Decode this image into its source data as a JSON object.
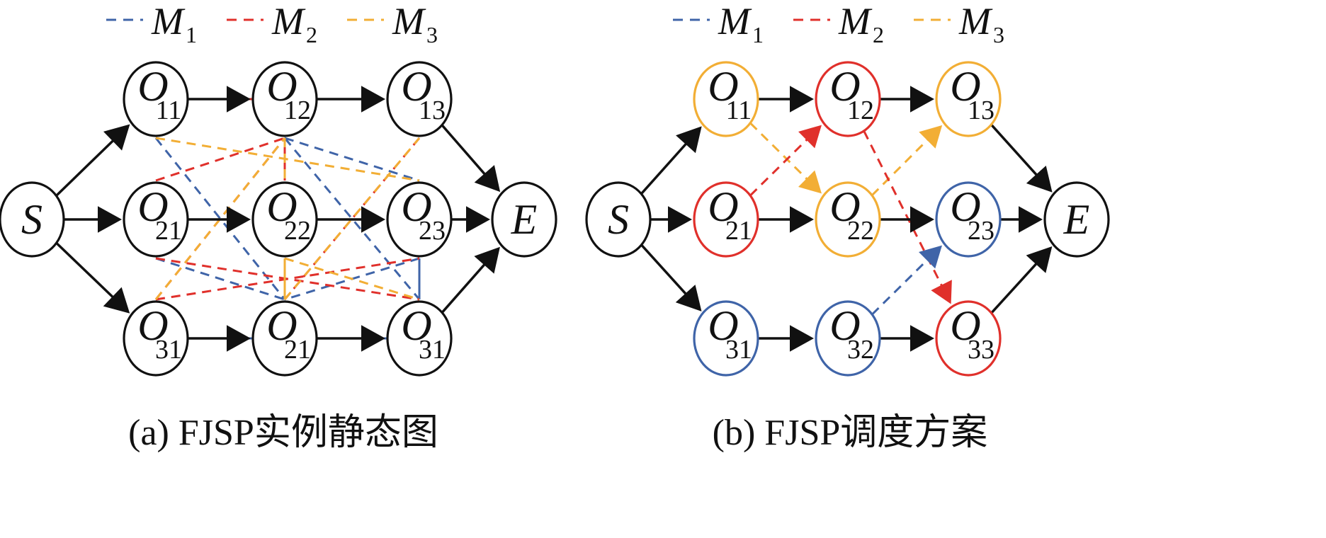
{
  "colors": {
    "M1": "#3f64a8",
    "M2": "#e0302b",
    "M3": "#f2ae35",
    "black": "#111111"
  },
  "panels": [
    {
      "id": "a",
      "caption": "(a) FJSP实例静态图",
      "legend": [
        {
          "base": "M",
          "sub": "1",
          "color": "#3f64a8"
        },
        {
          "base": "M",
          "sub": "2",
          "color": "#e0302b"
        },
        {
          "base": "M",
          "sub": "3",
          "color": "#f2ae35"
        }
      ],
      "nodes": [
        {
          "id": "S",
          "base": "S",
          "sub": "",
          "stroke": "#111111"
        },
        {
          "id": "a11",
          "base": "O",
          "sub": "11",
          "stroke": "#111111"
        },
        {
          "id": "a12",
          "base": "O",
          "sub": "12",
          "stroke": "#111111"
        },
        {
          "id": "a13",
          "base": "O",
          "sub": "13",
          "stroke": "#111111"
        },
        {
          "id": "a21",
          "base": "O",
          "sub": "21",
          "stroke": "#111111"
        },
        {
          "id": "a22",
          "base": "O",
          "sub": "22",
          "stroke": "#111111"
        },
        {
          "id": "a23",
          "base": "O",
          "sub": "23",
          "stroke": "#111111"
        },
        {
          "id": "a31",
          "base": "O",
          "sub": "31",
          "stroke": "#111111"
        },
        {
          "id": "a32",
          "base": "O",
          "sub": "21",
          "stroke": "#111111"
        },
        {
          "id": "a33",
          "base": "O",
          "sub": "31",
          "stroke": "#111111"
        },
        {
          "id": "E",
          "base": "E",
          "sub": "",
          "stroke": "#111111"
        }
      ],
      "arcs": [
        {
          "from": "S",
          "to": "a11"
        },
        {
          "from": "S",
          "to": "a21"
        },
        {
          "from": "S",
          "to": "a31"
        },
        {
          "from": "a11",
          "to": "a12"
        },
        {
          "from": "a12",
          "to": "a13"
        },
        {
          "from": "a21",
          "to": "a22"
        },
        {
          "from": "a22",
          "to": "a23"
        },
        {
          "from": "a31",
          "to": "a32"
        },
        {
          "from": "a32",
          "to": "a33"
        },
        {
          "from": "a13",
          "to": "E"
        },
        {
          "from": "a23",
          "to": "E"
        },
        {
          "from": "a33",
          "to": "E"
        }
      ],
      "edges": [
        {
          "machine": "M1",
          "style": "dashed",
          "from": "a11",
          "to": "a32"
        },
        {
          "machine": "M1",
          "style": "dashed",
          "from": "a12",
          "to": "a23"
        },
        {
          "machine": "M1",
          "style": "dashed",
          "from": "a21",
          "to": "a32"
        },
        {
          "machine": "M1",
          "style": "dashed",
          "from": "a12",
          "to": "a33"
        },
        {
          "machine": "M1",
          "style": "dashed",
          "from": "a23",
          "to": "a32"
        },
        {
          "machine": "M1",
          "style": "solid",
          "from": "a31",
          "to": "a33"
        },
        {
          "machine": "M1",
          "style": "solid",
          "from": "a23",
          "to": "a33"
        },
        {
          "machine": "M2",
          "style": "dashed",
          "from": "a11",
          "to": "a13"
        },
        {
          "machine": "M2",
          "style": "dashed",
          "from": "a21",
          "to": "a12"
        },
        {
          "machine": "M2",
          "style": "dashed",
          "from": "a12",
          "to": "a32"
        },
        {
          "machine": "M2",
          "style": "dashed",
          "from": "a31",
          "to": "a23"
        },
        {
          "machine": "M2",
          "style": "dashed",
          "from": "a21",
          "to": "a33"
        },
        {
          "machine": "M2",
          "style": "dashed",
          "from": "a31",
          "to": "a12"
        },
        {
          "machine": "M2",
          "style": "dashed",
          "from": "a13",
          "to": "a32"
        },
        {
          "machine": "M2",
          "style": "solid",
          "from": "a12",
          "to": "a22"
        },
        {
          "machine": "M3",
          "style": "dashed",
          "from": "a11",
          "to": "a23"
        },
        {
          "machine": "M3",
          "style": "dashed",
          "from": "a31",
          "to": "a12"
        },
        {
          "machine": "M3",
          "style": "dashed",
          "from": "a32",
          "to": "a13"
        },
        {
          "machine": "M3",
          "style": "dashed",
          "from": "a12",
          "to": "a32"
        },
        {
          "machine": "M3",
          "style": "dashed",
          "from": "a22",
          "to": "a33"
        },
        {
          "machine": "M3",
          "style": "solid",
          "from": "a22",
          "to": "a32"
        }
      ]
    },
    {
      "id": "b",
      "caption": "(b) FJSP调度方案",
      "legend": [
        {
          "base": "M",
          "sub": "1",
          "color": "#3f64a8"
        },
        {
          "base": "M",
          "sub": "2",
          "color": "#e0302b"
        },
        {
          "base": "M",
          "sub": "3",
          "color": "#f2ae35"
        }
      ],
      "nodes": [
        {
          "id": "S",
          "base": "S",
          "sub": "",
          "stroke": "#111111"
        },
        {
          "id": "b11",
          "base": "O",
          "sub": "11",
          "stroke": "#f2ae35"
        },
        {
          "id": "b12",
          "base": "O",
          "sub": "12",
          "stroke": "#e0302b"
        },
        {
          "id": "b13",
          "base": "O",
          "sub": "13",
          "stroke": "#f2ae35"
        },
        {
          "id": "b21",
          "base": "O",
          "sub": "21",
          "stroke": "#e0302b"
        },
        {
          "id": "b22",
          "base": "O",
          "sub": "22",
          "stroke": "#f2ae35"
        },
        {
          "id": "b23",
          "base": "O",
          "sub": "23",
          "stroke": "#3f64a8"
        },
        {
          "id": "b31",
          "base": "O",
          "sub": "31",
          "stroke": "#3f64a8"
        },
        {
          "id": "b32",
          "base": "O",
          "sub": "32",
          "stroke": "#3f64a8"
        },
        {
          "id": "b33",
          "base": "O",
          "sub": "33",
          "stroke": "#e0302b"
        },
        {
          "id": "E",
          "base": "E",
          "sub": "",
          "stroke": "#111111"
        }
      ],
      "arcs": [
        {
          "from": "S",
          "to": "b11"
        },
        {
          "from": "S",
          "to": "b21"
        },
        {
          "from": "S",
          "to": "b31"
        },
        {
          "from": "b11",
          "to": "b12"
        },
        {
          "from": "b12",
          "to": "b13"
        },
        {
          "from": "b21",
          "to": "b22"
        },
        {
          "from": "b22",
          "to": "b23"
        },
        {
          "from": "b31",
          "to": "b32"
        },
        {
          "from": "b32",
          "to": "b33"
        },
        {
          "from": "b13",
          "to": "E"
        },
        {
          "from": "b23",
          "to": "E"
        },
        {
          "from": "b33",
          "to": "E"
        }
      ],
      "edges": [
        {
          "machine": "M3",
          "style": "dashed-arrow",
          "from": "b11",
          "to": "b22"
        },
        {
          "machine": "M3",
          "style": "dashed-arrow",
          "from": "b22",
          "to": "b13"
        },
        {
          "machine": "M2",
          "style": "dashed-arrow",
          "from": "b21",
          "to": "b12"
        },
        {
          "machine": "M2",
          "style": "dashed-arrow",
          "from": "b12",
          "to": "b33"
        },
        {
          "machine": "M1",
          "style": "dashed-arrow",
          "from": "b31",
          "to": "b32"
        },
        {
          "machine": "M1",
          "style": "dashed-arrow",
          "from": "b32",
          "to": "b23"
        }
      ]
    }
  ]
}
